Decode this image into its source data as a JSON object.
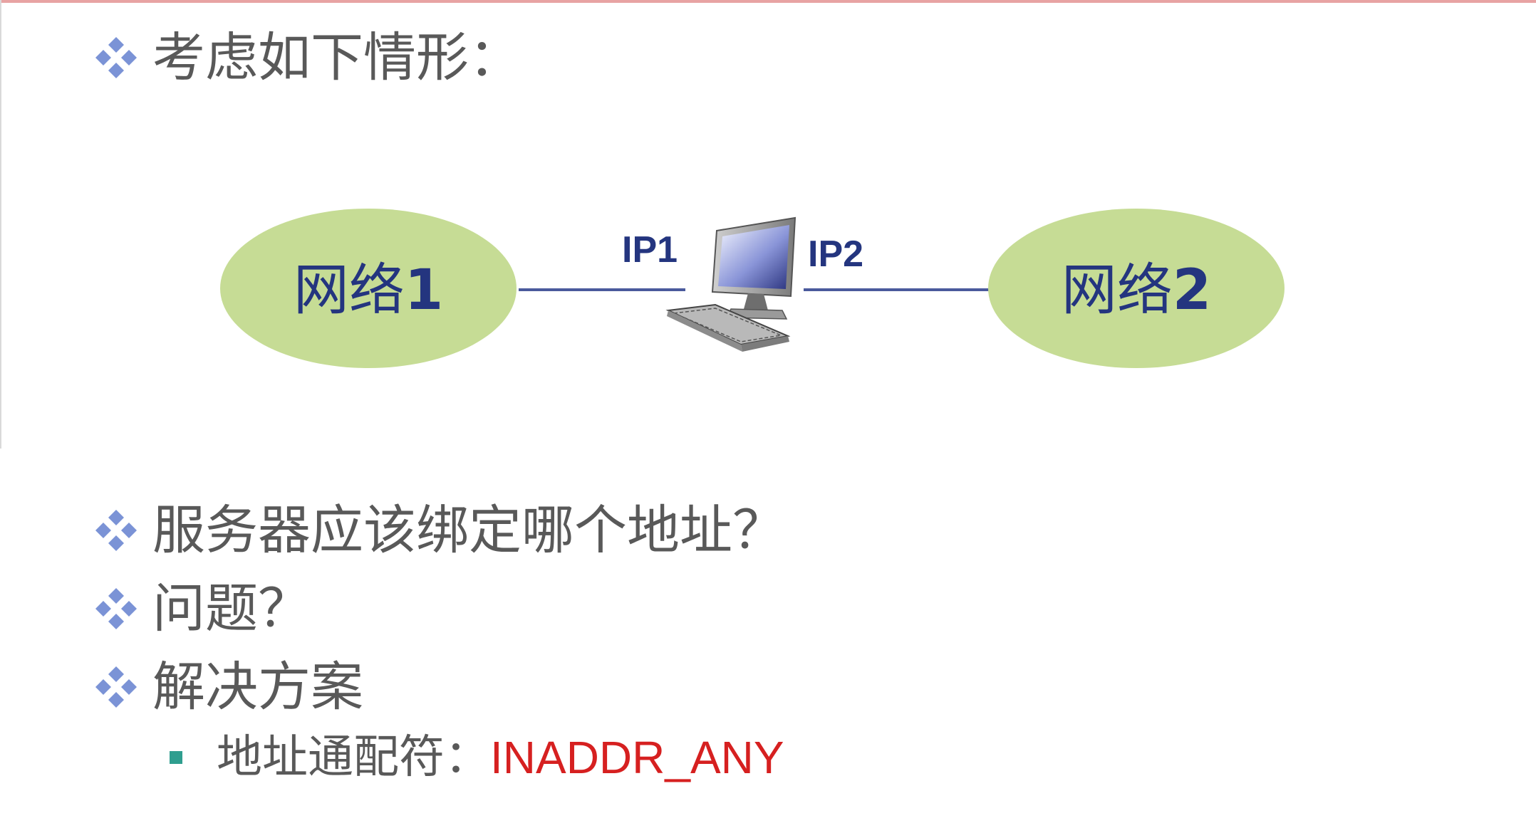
{
  "bullets": {
    "consider": "考虑如下情形：",
    "which_address": "服务器应该绑定哪个地址？",
    "problem": "问题？",
    "solution": "解决方案"
  },
  "sub_bullet": {
    "label": "地址通配符：",
    "value": "INADDR_ANY"
  },
  "diagram": {
    "network1": {
      "name": "网络",
      "number": "1"
    },
    "network2": {
      "name": "网络",
      "number": "2"
    },
    "ip1": "IP1",
    "ip2": "IP2",
    "host_icon": "desktop-computer-icon",
    "colors": {
      "network_fill": "#c6dc95",
      "label_text": "#24357f",
      "link_line": "#4a5a9c",
      "bullet_icon": "#7b93d6",
      "highlight": "#d62020"
    }
  }
}
